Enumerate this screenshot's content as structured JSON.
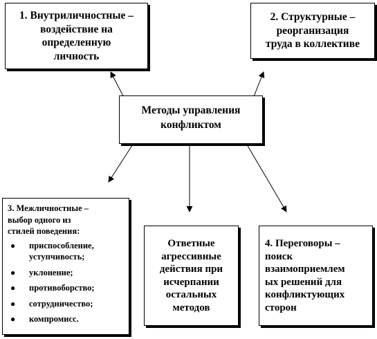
{
  "diagram": {
    "center": {
      "lines": [
        "Методы управления",
        "конфликтом"
      ]
    },
    "box1": {
      "lines": [
        "1. Внутриличностные –",
        "воздействие на",
        "определенную",
        "личность"
      ]
    },
    "box2": {
      "lines": [
        "2. Структурные –",
        "реорганизация",
        "труда в коллективе"
      ]
    },
    "box3": {
      "heading": [
        "3. Межличностные –",
        "выбор одного из",
        "стилей поведения:"
      ],
      "items": [
        [
          "приспособление,",
          "уступчивость;"
        ],
        [
          "уклонение;"
        ],
        [
          "противоборство;"
        ],
        [
          "сотрудничество;"
        ],
        [
          "компромисс."
        ]
      ]
    },
    "aggressive": {
      "lines": [
        "Ответные",
        "агрессивные",
        "действия при",
        "исчерпании",
        "остальных",
        "методов"
      ]
    },
    "box4": {
      "lines": [
        "4. Переговоры –",
        "поиск",
        "взаимоприемлем",
        "ых решений для",
        "конфликтующих",
        "сторон"
      ]
    }
  }
}
